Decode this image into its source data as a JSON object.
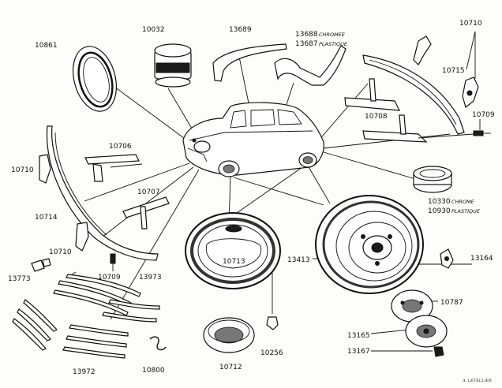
{
  "labels": {
    "p10861": "10861",
    "p10032": "10032",
    "p13689": "13689",
    "p13688": "13688",
    "p13688_note": "CHROMEE",
    "p13687": "13687",
    "p13687_note": "PLASTIQUE",
    "p10710_tr": "10710",
    "p10715": "10715",
    "p10708": "10708",
    "p10709_r": "10709",
    "p10706": "10706",
    "p10710_l": "10710",
    "p10714": "10714",
    "p10707": "10707",
    "p10710_bl": "10710",
    "p10709_b": "10709",
    "p13973": "13973",
    "p13773": "13773",
    "p10713": "10713",
    "p13413": "13413",
    "p13164": "13164",
    "p10787": "10787",
    "p10330": "10330",
    "p10330_note": "CHROME",
    "p10930": "10930",
    "p10930_note": "PLASTIQUE",
    "p13165": "13165",
    "p13167": "13167",
    "p10256": "10256",
    "p10712": "10712",
    "p10800": "10800",
    "p13972": "13972"
  },
  "signature": "A. LETELLIER"
}
